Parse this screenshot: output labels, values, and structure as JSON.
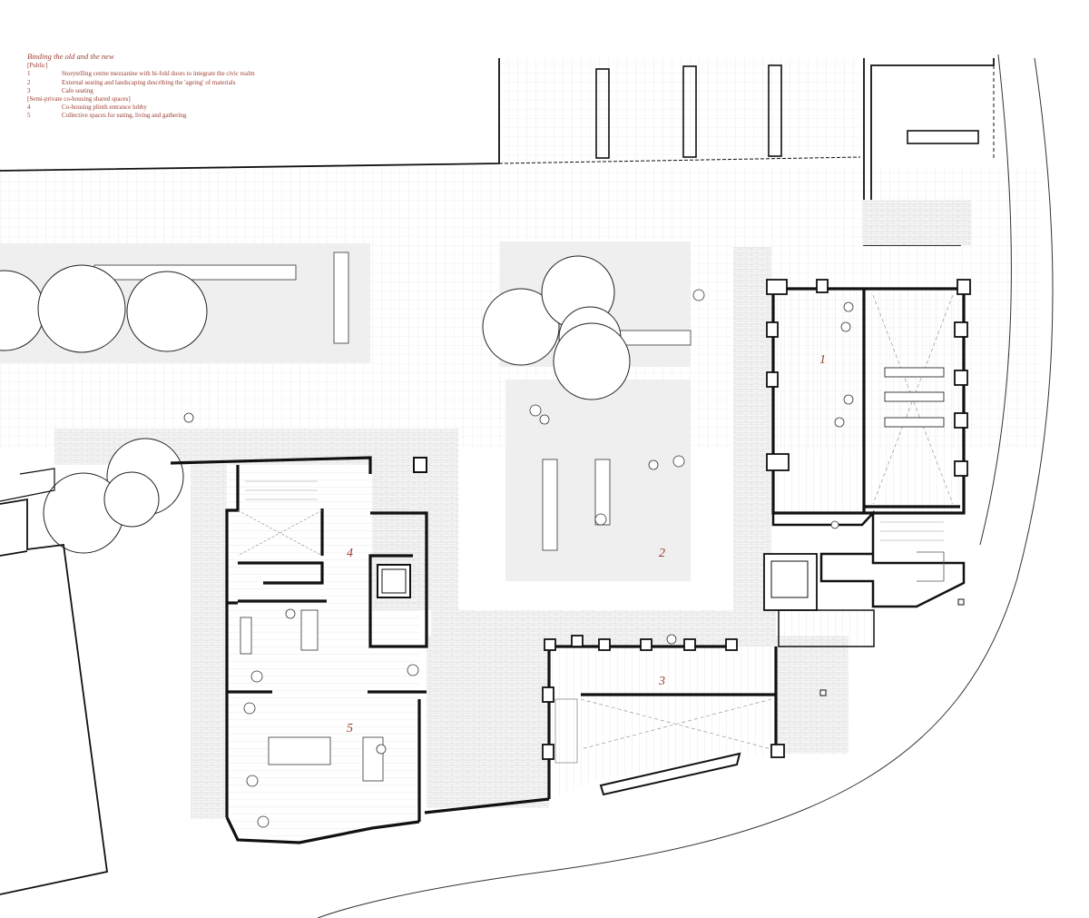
{
  "legend": {
    "title": "Binding the old and the new",
    "section_public": "[Public]",
    "section_private": "[Semi-private co-housing shared spaces]",
    "items": [
      {
        "num": "1",
        "text": "Storytelling centre mezzanine with bi-fold doors to integrate the civic realm"
      },
      {
        "num": "2",
        "text": "External seating and landscaping describing the 'ageing' of materials"
      },
      {
        "num": "3",
        "text": "Cafe seating"
      },
      {
        "num": "4",
        "text": "Co-housing plinth entrance lobby"
      },
      {
        "num": "5",
        "text": "Collective spaces for eating, living and gathering"
      }
    ]
  },
  "zones": [
    "1",
    "2",
    "3",
    "4",
    "5"
  ],
  "colors": {
    "accent": "#9b3b2e",
    "wall": "#111111",
    "grid": "#e4e4e4",
    "landscape": "#efefef",
    "paving": "#e8e8e8"
  }
}
